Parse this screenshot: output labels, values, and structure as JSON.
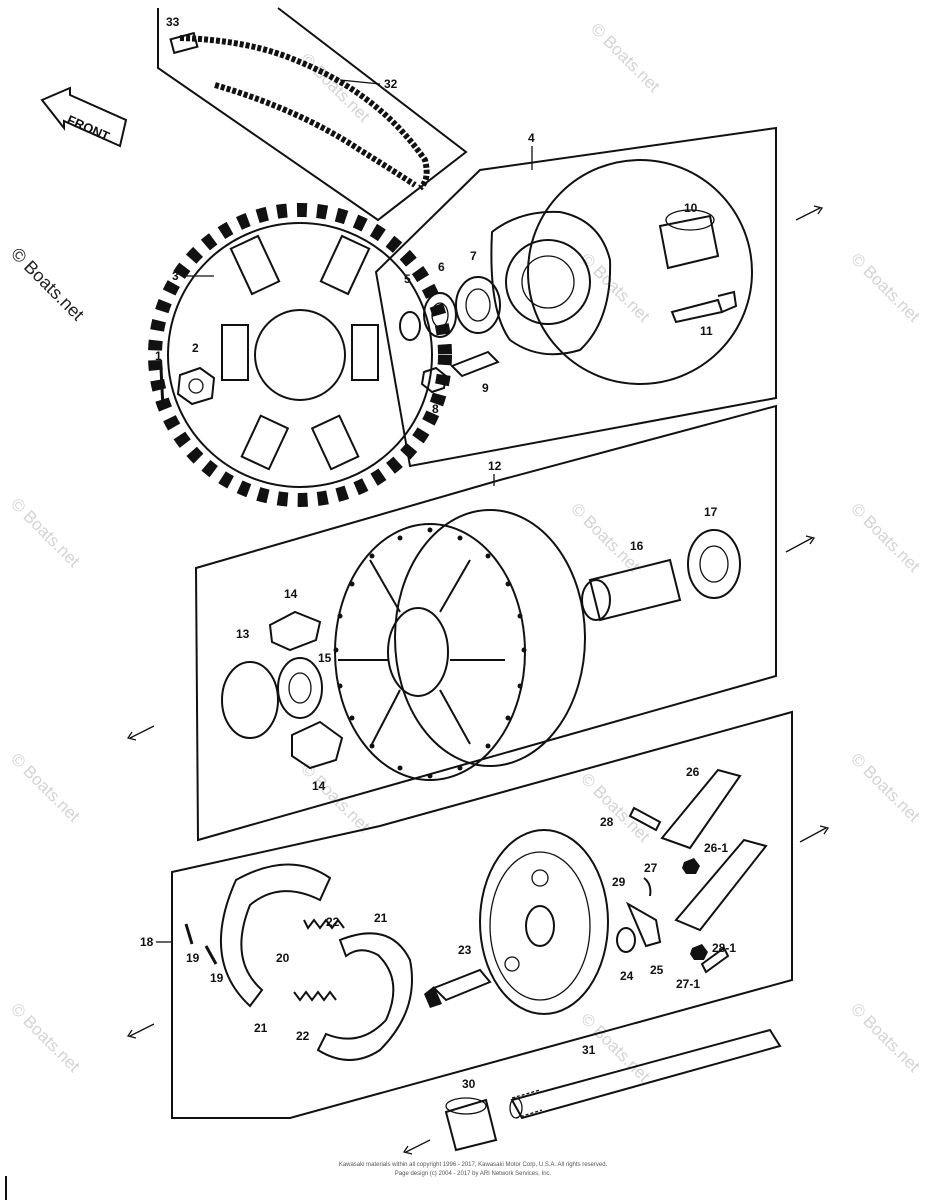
{
  "watermark": "© Boats.net",
  "direction_label": "FRONT",
  "part_labels": {
    "p1": "1",
    "p2": "2",
    "p3": "3",
    "p4": "4",
    "p5": "5",
    "p6": "6",
    "p7": "7",
    "p8": "8",
    "p9": "9",
    "p10": "10",
    "p11": "11",
    "p12": "12",
    "p13": "13",
    "p14a": "14",
    "p14b": "14",
    "p15": "15",
    "p16": "16",
    "p17": "17",
    "p18": "18",
    "p19a": "19",
    "p19b": "19",
    "p20": "20",
    "p21a": "21",
    "p21b": "21",
    "p22a": "22",
    "p22b": "22",
    "p23": "23",
    "p24": "24",
    "p25": "25",
    "p26": "26",
    "p26_1": "26-1",
    "p27": "27",
    "p27_1": "27-1",
    "p28": "28",
    "p28_1": "28-1",
    "p29": "29",
    "p30": "30",
    "p31": "31",
    "p32": "32",
    "p33": "33"
  },
  "footer": {
    "line1": "Kawasaki materials within all copyright 1996 - 2017, Kawasaki Motor Corp, U.S.A. All rights reserved.",
    "line2": "Page design (c) 2004 - 2017 by ARI Network Services, Inc."
  }
}
